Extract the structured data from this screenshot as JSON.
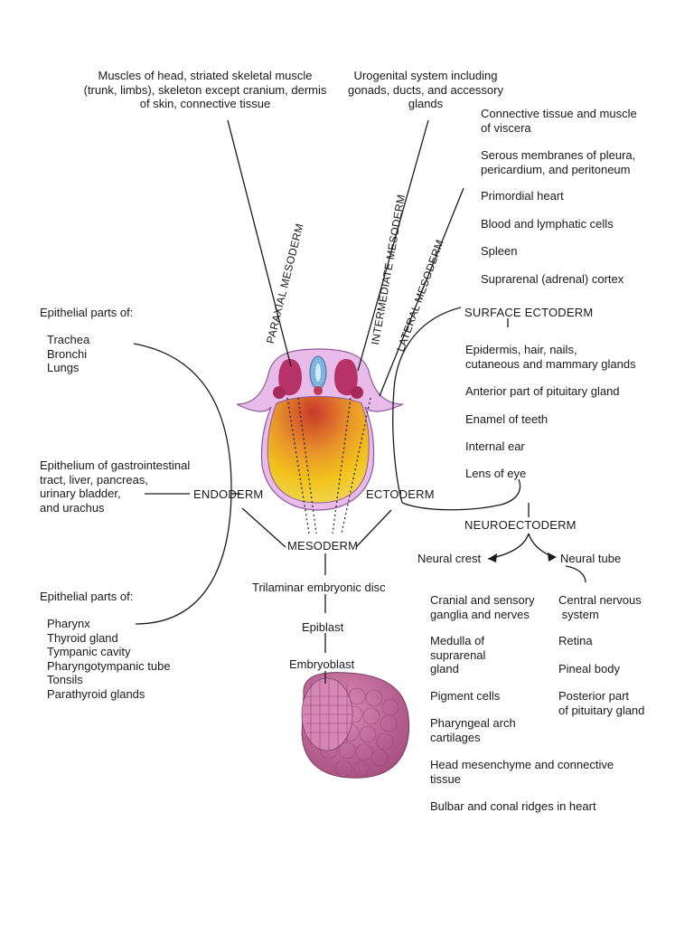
{
  "paraxial_mesoderm": {
    "label": "PARAXIAL MESODERM",
    "derivatives": [
      "Muscles of head, striated skeletal muscle",
      "(trunk, limbs), skeleton except cranium, dermis",
      "of skin, connective tissue"
    ]
  },
  "intermediate_mesoderm": {
    "label": "INTERMEDIATE MESODERM",
    "derivatives": [
      "Urogenital system including",
      "gonads, ducts, and accessory",
      "glands"
    ]
  },
  "lateral_mesoderm": {
    "label": "LATERAL MESODERM",
    "derivatives": [
      [
        "Connective tissue and muscle",
        "of viscera"
      ],
      [
        "Serous membranes of pleura,",
        "pericardium, and peritoneum"
      ],
      [
        "Primordial heart"
      ],
      [
        "Blood and lymphatic cells"
      ],
      [
        "Spleen"
      ],
      [
        "Suprarenal (adrenal) cortex"
      ]
    ]
  },
  "surface_ectoderm": {
    "label": "SURFACE ECTODERM",
    "derivatives": [
      [
        "Epidermis, hair, nails,",
        "cutaneous and mammary glands"
      ],
      [
        "Anterior part of pituitary gland"
      ],
      [
        "Enamel of teeth"
      ],
      [
        "Internal ear"
      ],
      [
        "Lens of eye"
      ]
    ]
  },
  "endoderm": {
    "label": "ENDODERM",
    "group1_title": "Epithelial parts of:",
    "group1_items": [
      "Trachea",
      "Bronchi",
      "Lungs"
    ],
    "group2_lines": [
      "Epithelium of gastrointestinal",
      "tract, liver, pancreas,",
      "urinary bladder,",
      "and urachus"
    ],
    "group3_title": "Epithelial parts of:",
    "group3_items": [
      "Pharynx",
      "Thyroid gland",
      "Tympanic cavity",
      "Pharyngotympanic tube",
      "Tonsils",
      "Parathyroid glands"
    ]
  },
  "ectoderm": {
    "label": "ECTODERM"
  },
  "mesoderm": {
    "label": "MESODERM"
  },
  "flow": {
    "trilaminar": "Trilaminar embryonic disc",
    "epiblast": "Epiblast",
    "embryoblast": "Embryoblast"
  },
  "neuroectoderm": {
    "label": "NEUROECTODERM",
    "neural_crest": {
      "label": "Neural crest",
      "derivatives": [
        [
          "Cranial and sensory",
          "ganglia and nerves"
        ],
        [
          "Medulla of",
          "suprarenal",
          "gland"
        ],
        [
          "Pigment cells"
        ],
        [
          "Pharyngeal arch",
          "cartilages"
        ]
      ],
      "wide_derivatives": [
        [
          "Head mesenchyme and connective",
          "tissue"
        ],
        [
          "Bulbar and conal ridges in heart"
        ]
      ]
    },
    "neural_tube": {
      "label": "Neural tube",
      "derivatives": [
        [
          "Central nervous",
          " system"
        ],
        [
          "Retina"
        ],
        [
          "Pineal body"
        ],
        [
          "Posterior part",
          "of pituitary gland"
        ]
      ]
    }
  },
  "colors": {
    "line": "#1a1a1a",
    "embryo_pink": "#e8a6d6",
    "embryo_outline": "#8e5a9c",
    "yolk_yellow": "#f2c21c",
    "yolk_red": "#c9382b",
    "somite": "#b8326a",
    "neural_blue": "#7fb3e0",
    "morula": "#c46b9a"
  }
}
